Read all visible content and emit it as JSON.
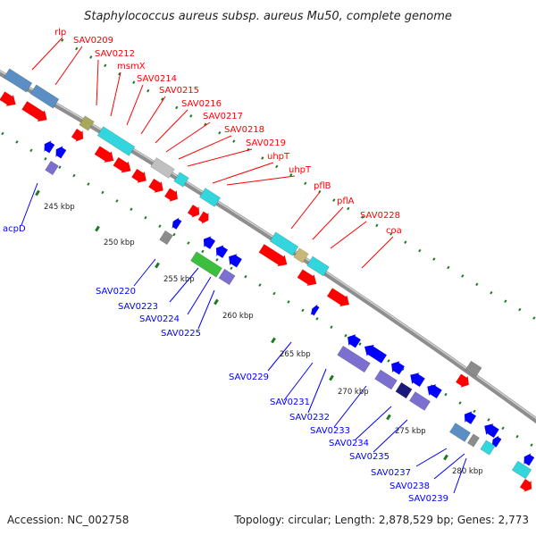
{
  "title": "Staphylococcus aureus subsp. aureus Mu50, complete genome",
  "accession": "Accession: NC_002758",
  "topology": "Topology: circular; Length: 2,878,529 bp; Genes: 2,773",
  "colors": {
    "forward_cds": "#ff0000",
    "reverse_cds": "#0000ff",
    "backbone": "#9a9a9a",
    "tick": "#1f7a1f",
    "cog_cyan": "#33d6dc",
    "cog_steel": "#5b8fc4",
    "cog_purple": "#7b6fd0",
    "cog_green": "#3cbf3c",
    "cog_gray": "#8c8c8c",
    "cog_olive": "#a8a85a",
    "cog_khaki": "#c8b878",
    "cog_navy": "#1a1a7a",
    "cog_silver": "#c0c0c0"
  },
  "kbp_ticks": [
    "245 kbp",
    "250 kbp",
    "255 kbp",
    "260 kbp",
    "265 kbp",
    "270 kbp",
    "275 kbp",
    "280 kbp"
  ],
  "forward_labels": [
    "rlp",
    "SAV0209",
    "SAV0212",
    "msmX",
    "SAV0214",
    "SAV0215",
    "SAV0216",
    "SAV0217",
    "SAV0218",
    "SAV0219",
    "uhpT",
    "uhpT",
    "pflB",
    "pflA",
    "SAV0228",
    "coa"
  ],
  "reverse_labels": [
    "acpD",
    "SAV0220",
    "SAV0223",
    "SAV0224",
    "SAV0225",
    "SAV0229",
    "SAV0231",
    "SAV0232",
    "SAV0233",
    "SAV0234",
    "SAV0235",
    "SAV0237",
    "SAV0238",
    "SAV0239"
  ]
}
